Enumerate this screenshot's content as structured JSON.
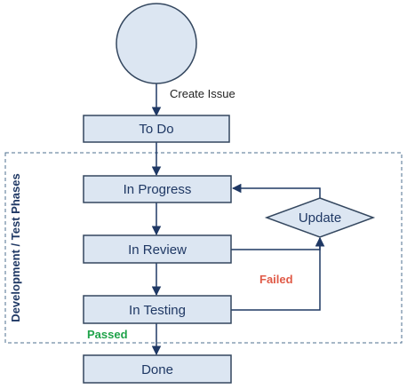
{
  "diagram": {
    "group": {
      "label": "Development / Test Phases"
    },
    "nodes": {
      "start": {
        "label": ""
      },
      "todo": {
        "label": "To Do"
      },
      "in_progress": {
        "label": "In Progress"
      },
      "in_review": {
        "label": "In Review"
      },
      "in_testing": {
        "label": "In Testing"
      },
      "done": {
        "label": "Done"
      },
      "update": {
        "label": "Update"
      }
    },
    "edges": {
      "create_issue": {
        "label": "Create Issue"
      },
      "failed": {
        "label": "Failed",
        "color": "#e05a47"
      },
      "passed": {
        "label": "Passed",
        "color": "#1fa34a"
      }
    },
    "colors": {
      "node_fill": "#dce6f2",
      "node_stroke": "#34475f",
      "arrow": "#1f3864",
      "start_fill": "#dce6f2",
      "start_stroke": "#34475f",
      "group_border": "#4d6f8f"
    }
  }
}
